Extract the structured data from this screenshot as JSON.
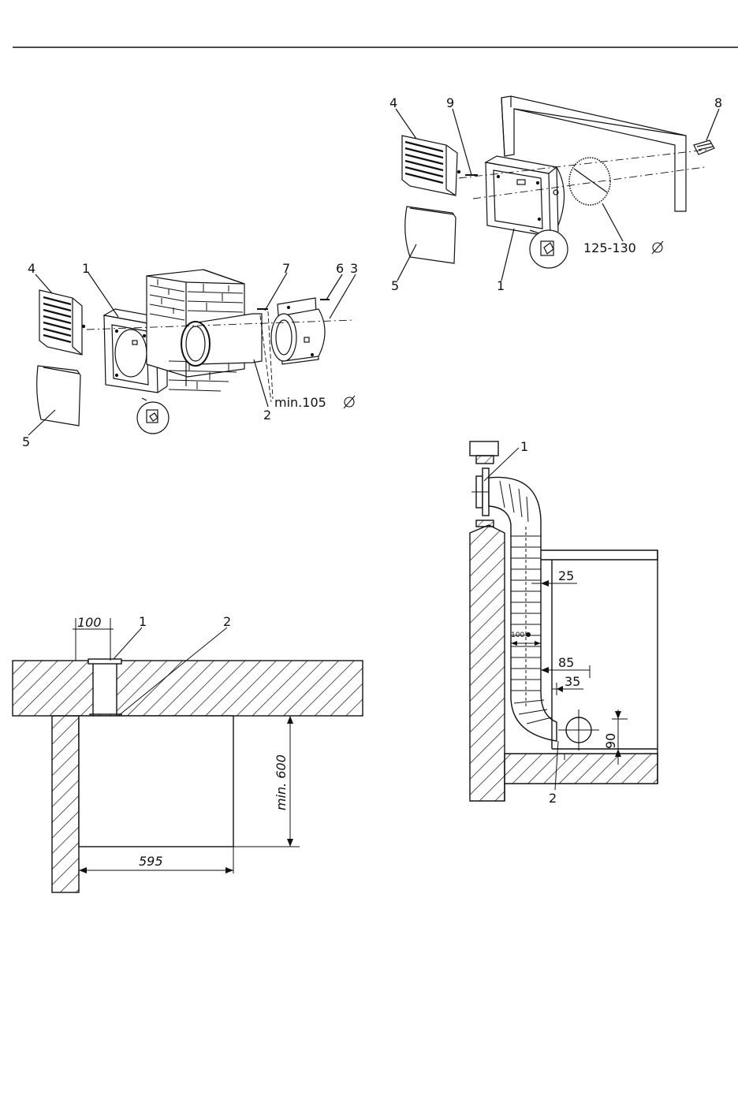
{
  "fig_top_left": {
    "labels": {
      "l4": "4",
      "l1": "1",
      "l7": "7",
      "l6": "6",
      "l3": "3",
      "l5": "5",
      "l2": "2",
      "note": "min.105"
    }
  },
  "fig_top_right": {
    "labels": {
      "l4": "4",
      "l9": "9",
      "l8": "8",
      "l5": "5",
      "l1": "1",
      "note": "125-130"
    }
  },
  "fig_bottom_left": {
    "labels": {
      "dim100": "100",
      "l1": "1",
      "l2": "2",
      "min600": "min. 600",
      "dim595": "595"
    }
  },
  "fig_bottom_right": {
    "labels": {
      "l1": "1",
      "d25": "25",
      "d100": "100",
      "d85": "85",
      "d35": "35",
      "d90": "90",
      "l2": "2"
    }
  },
  "colors": {
    "ink": "#111111",
    "paper": "#ffffff"
  }
}
